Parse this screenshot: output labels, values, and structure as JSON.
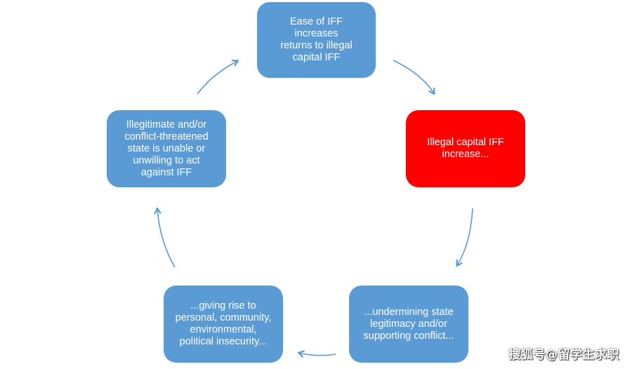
{
  "colors": {
    "node_fill": "#5b9bd5",
    "highlight_fill": "#ff0000",
    "arrow": "#5b9bd5"
  },
  "nodes": [
    {
      "id": "top",
      "text": "Ease of IFF increases\nreturns to illegal\ncapital IFF",
      "highlight": false
    },
    {
      "id": "right",
      "text": "Illegal capital IFF\nincrease...",
      "highlight": true
    },
    {
      "id": "bottom_right",
      "text": "...undermining state\nlegitimacy and/or\nsupporting conflict...",
      "highlight": false
    },
    {
      "id": "bottom_left",
      "text": "...giving rise to\npersonal, community,\nenvironmental,\npolitical insecurity...",
      "highlight": false
    },
    {
      "id": "left",
      "text": "Illegitimate and/or\nconflict-threatened\nstate is unable or\nunwilling to act\nagainst IFF",
      "highlight": false
    }
  ],
  "edges": [
    {
      "from": "top",
      "to": "right"
    },
    {
      "from": "right",
      "to": "bottom_right"
    },
    {
      "from": "bottom_right",
      "to": "bottom_left"
    },
    {
      "from": "bottom_left",
      "to": "left"
    },
    {
      "from": "left",
      "to": "top"
    }
  ],
  "watermark": "搜狐号@留学生求职"
}
